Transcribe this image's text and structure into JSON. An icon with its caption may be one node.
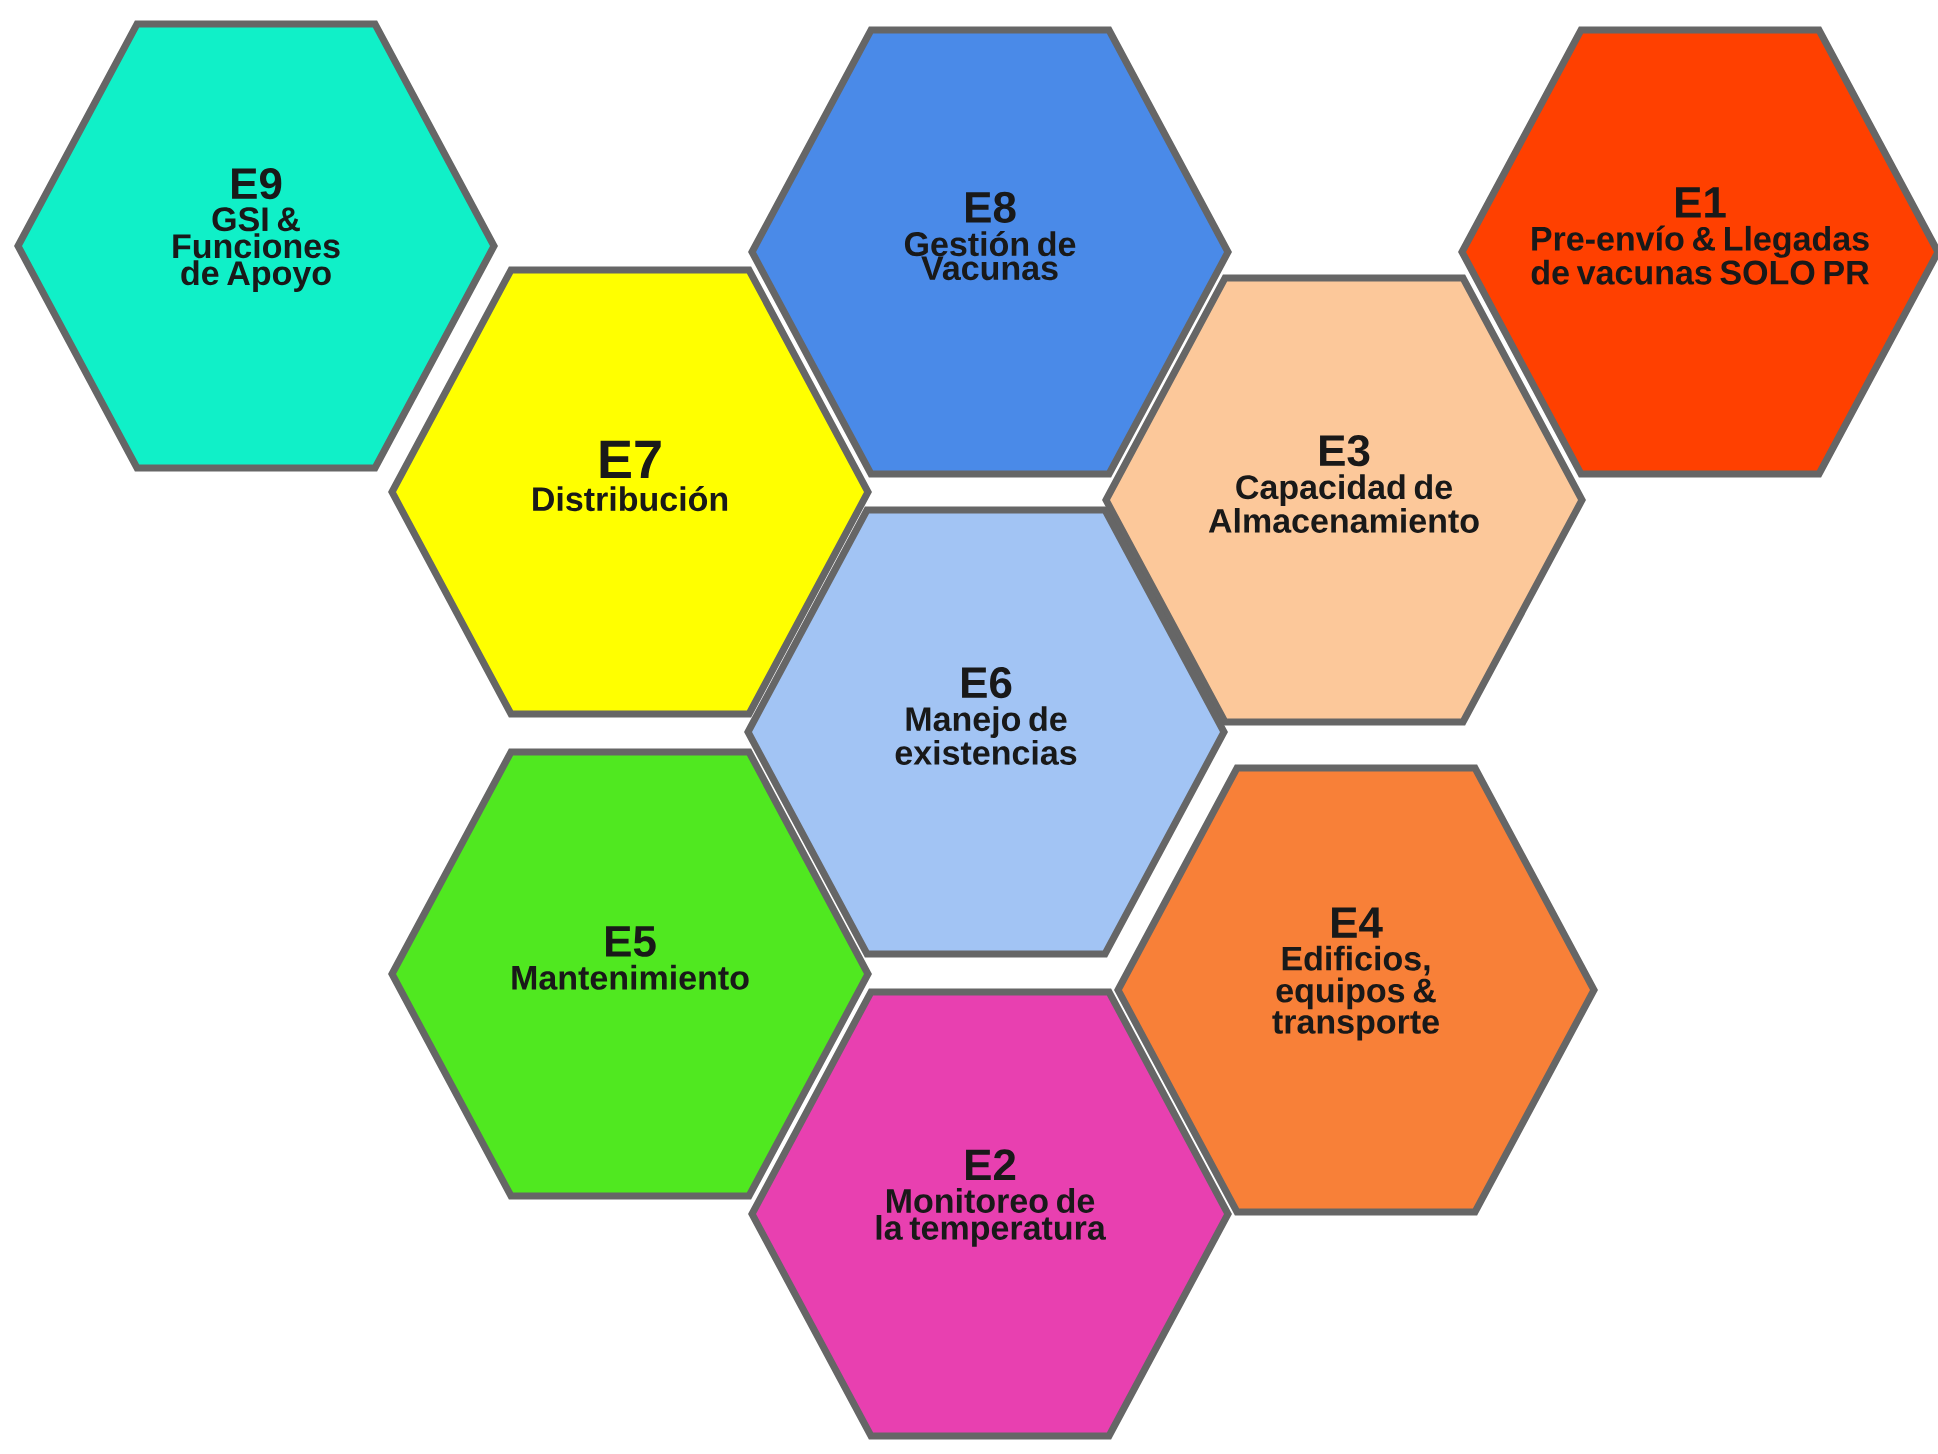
{
  "diagram": {
    "nodes": [
      {
        "text": [
          "E9",
          "GSI & Funciones de Apoyo"
        ]
      },
      {
        "text": [
          "E8",
          "Gestión de Vacunas"
        ]
      },
      {
        "text": [
          "E1",
          "Pre-envío & Llegadas de vacunas SOLO PR"
        ]
      },
      {
        "text": [
          "E7",
          "Distribución"
        ]
      },
      {
        "text": [
          "E3",
          "Capacidad de Almacenamiento"
        ]
      },
      {
        "text": [
          "E6",
          "Manejo de existencias"
        ]
      },
      {
        "text": [
          "E5",
          "Mantenimiento"
        ]
      },
      {
        "text": [
          "E4",
          "Edificios, equipos & transporte"
        ]
      },
      {
        "text": [
          "E2",
          "Monitoreo de la temperatura"
        ]
      }
    ]
  }
}
